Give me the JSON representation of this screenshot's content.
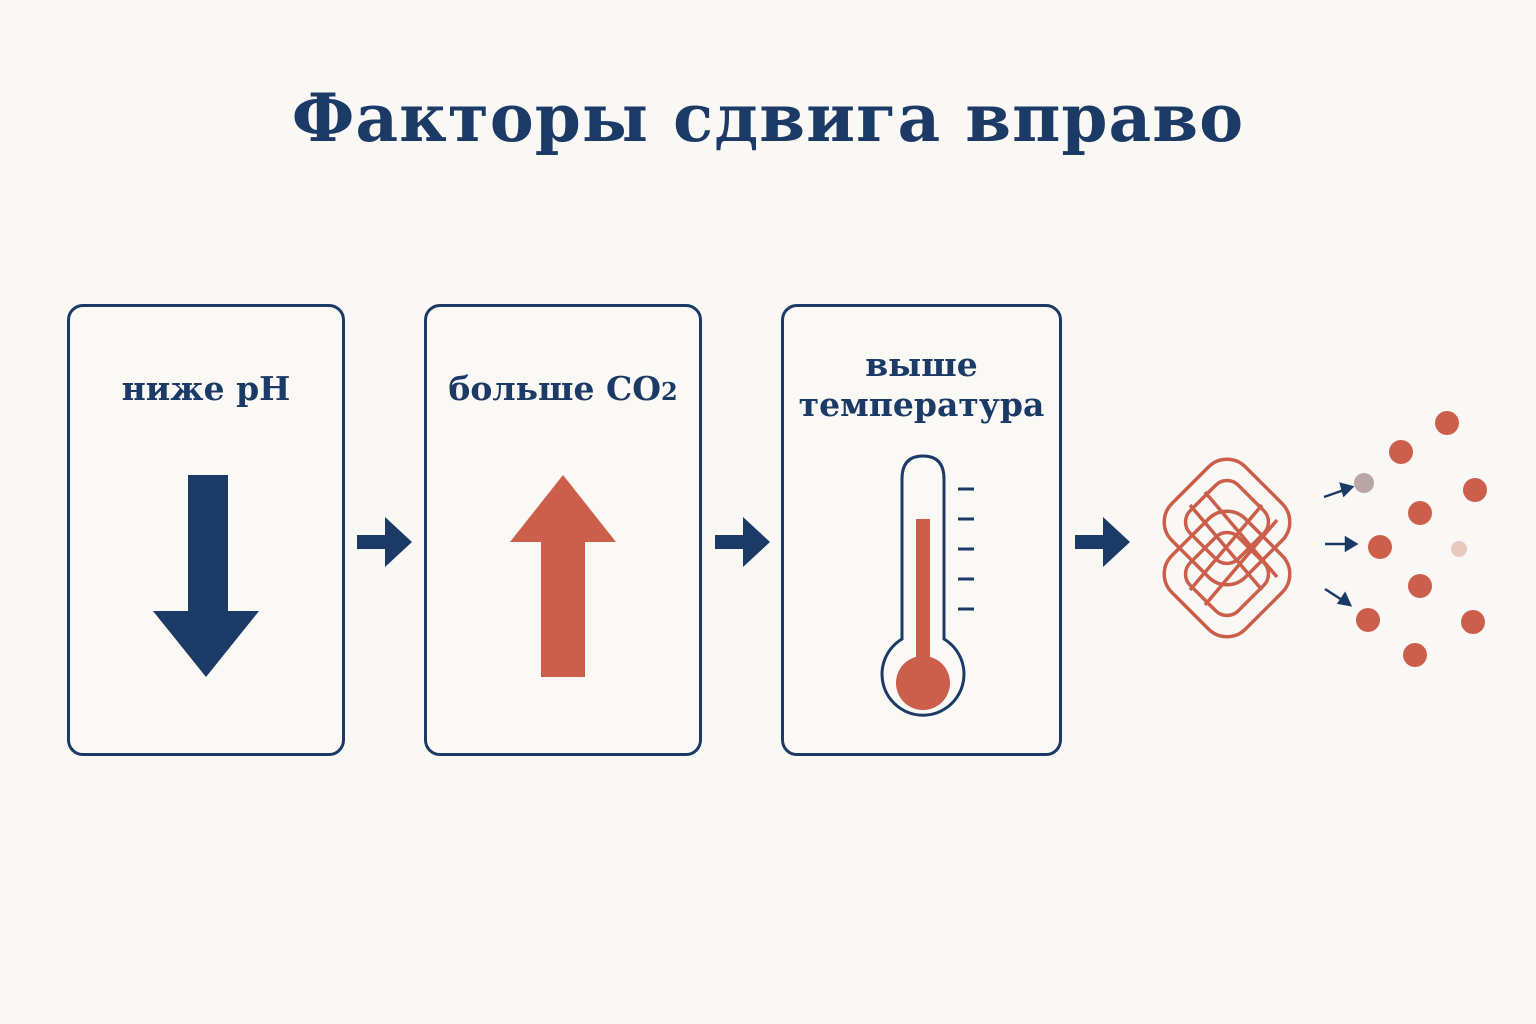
{
  "title": "Факторы сдвига вправо",
  "cards": [
    {
      "label": "ниже pH",
      "icon": "arrow-down-icon",
      "color": "#1b3a66"
    },
    {
      "label_main": "больше CO",
      "label_sub": "2",
      "icon": "arrow-up-icon",
      "color": "#cc5f4b"
    },
    {
      "label_line1": "выше",
      "label_line2": "температура",
      "icon": "thermometer-icon",
      "color": "#cc5f4b"
    }
  ],
  "colors": {
    "navy": "#1b3a66",
    "coral": "#cc5f4b",
    "background": "#faf8f4"
  },
  "result_icon": "hemoglobin-release-oxygen-icon"
}
